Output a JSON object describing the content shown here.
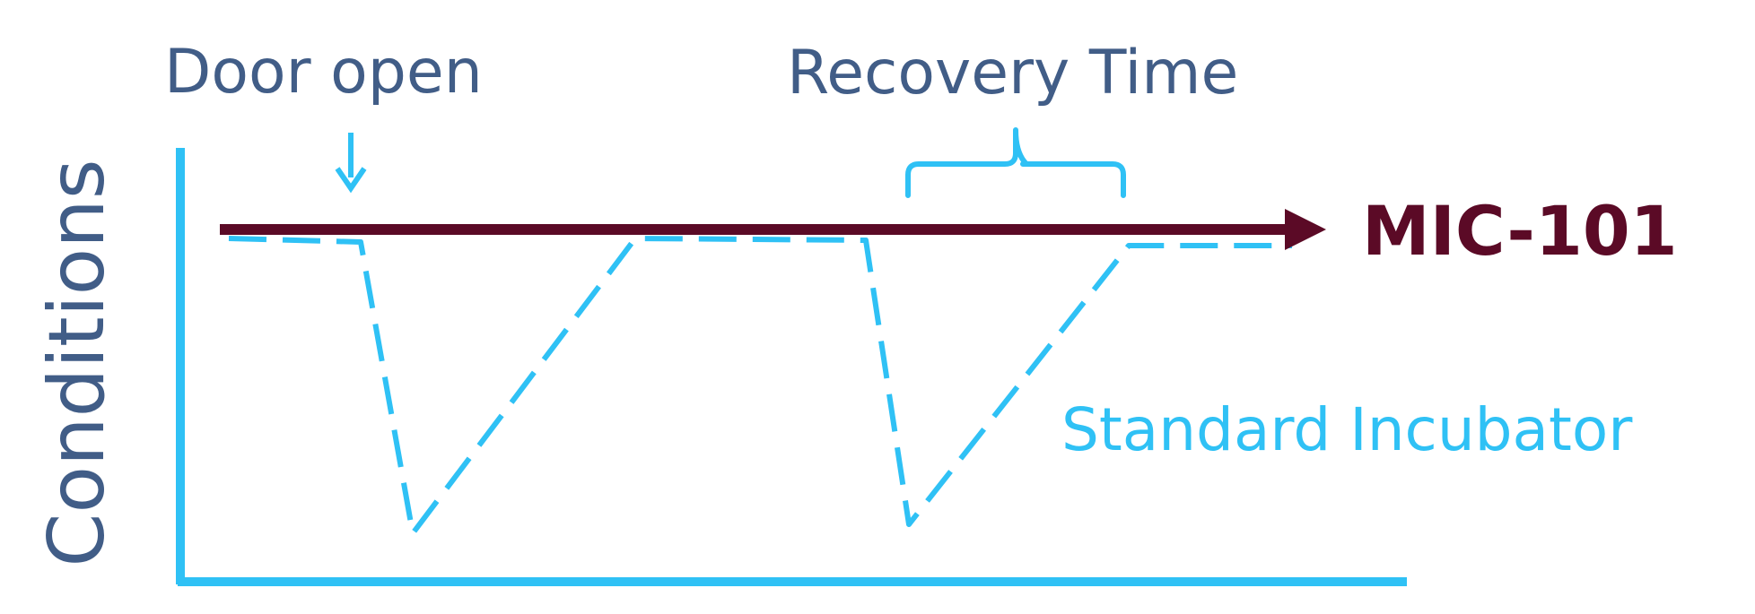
{
  "labels": {
    "door_open": "Door open",
    "recovery_time": "Recovery Time",
    "y_axis": "Conditions",
    "mic_101": "MIC-101",
    "standard_incubator": "Standard Incubator"
  },
  "colors": {
    "label_blue": "#415d87",
    "cyan": "#2fc1f5",
    "maroon": "#5b0a26"
  }
}
